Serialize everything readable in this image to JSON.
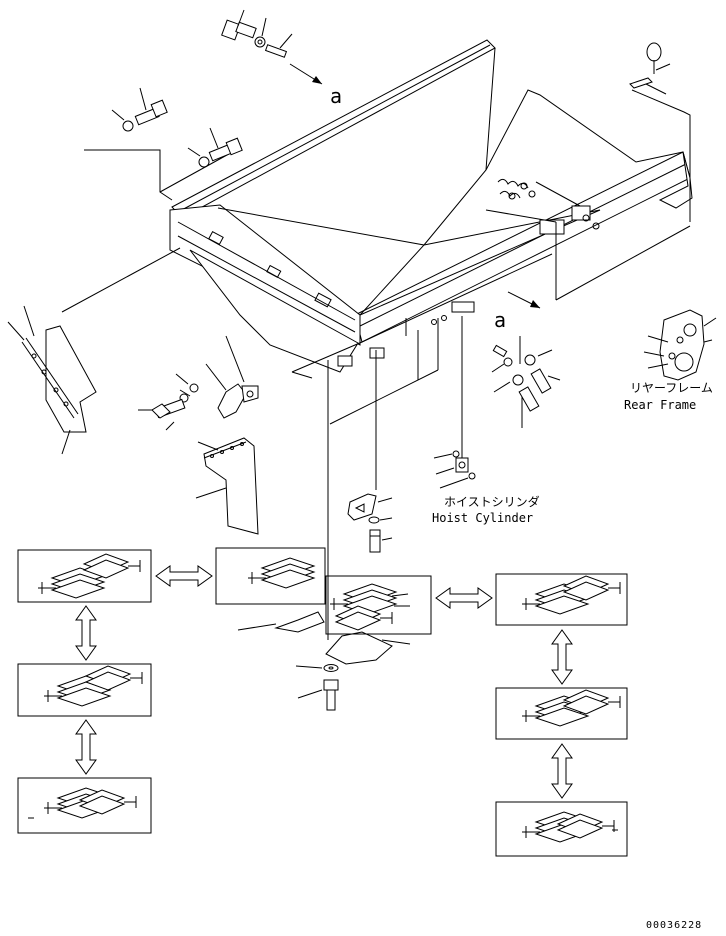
{
  "labels": {
    "view_a_top": "a",
    "view_a_mid": "a",
    "rear_frame_jp": "リヤーフレーム",
    "rear_frame_en": "Rear Frame",
    "hoist_cylinder_jp": "ホイストシリンダ",
    "hoist_cylinder_en": "Hoist Cylinder",
    "drawing_number": "00036228"
  }
}
